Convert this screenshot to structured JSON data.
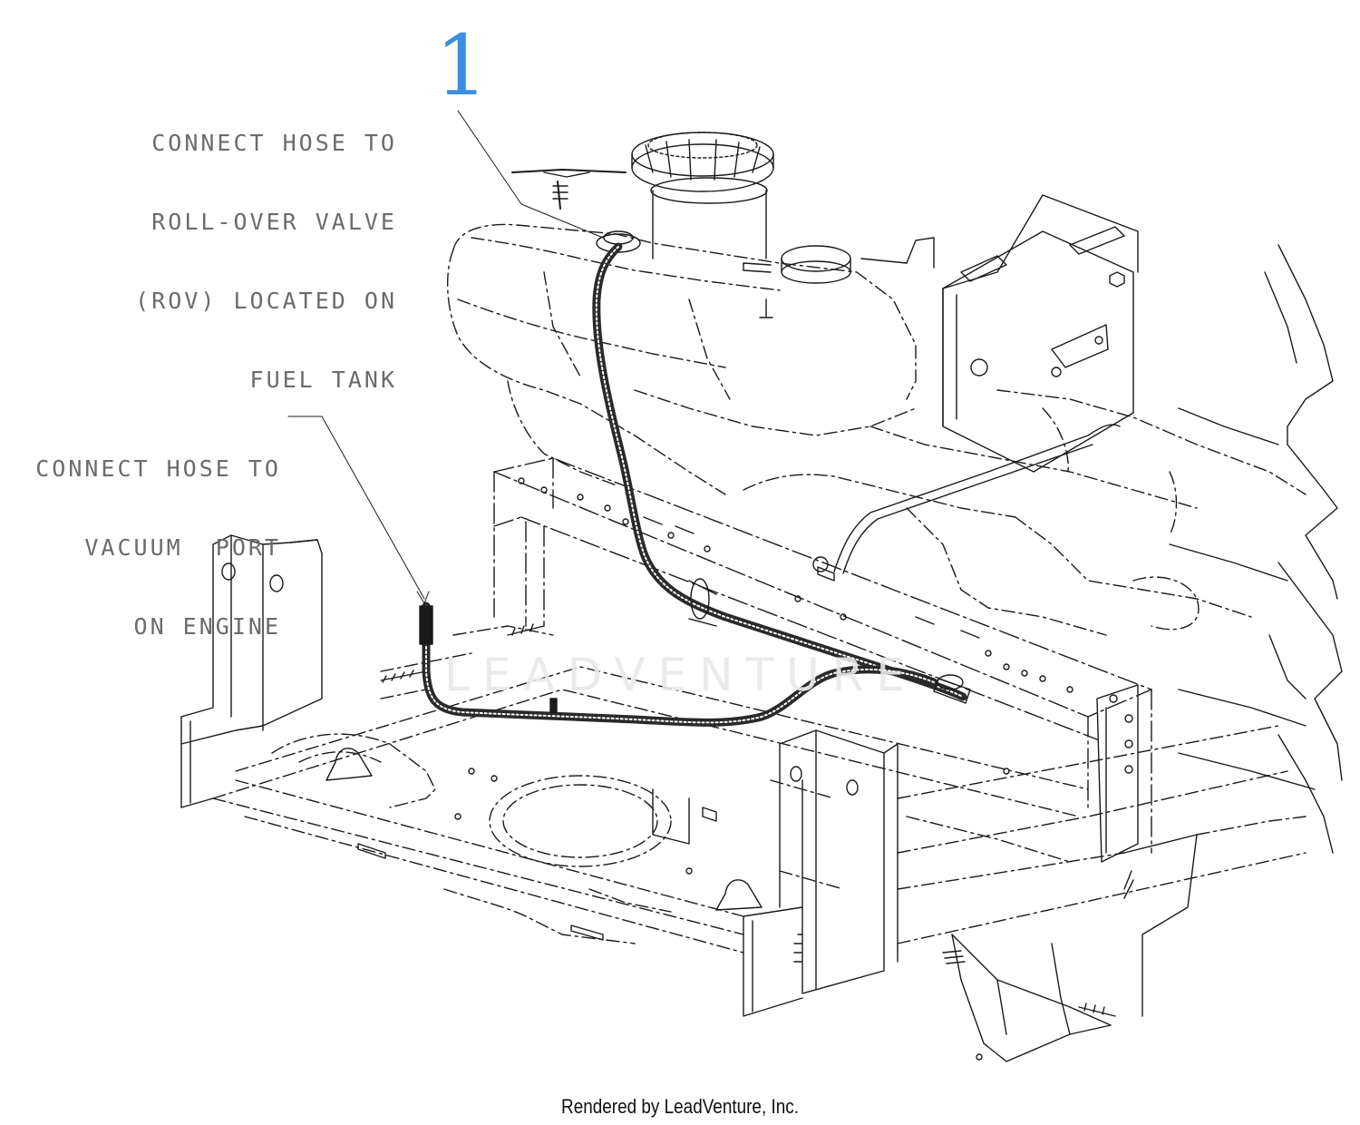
{
  "diagram": {
    "callout_rov": {
      "lines": [
        "CONNECT HOSE TO",
        "ROLL-OVER VALVE",
        "(ROV) LOCATED ON",
        "FUEL TANK"
      ]
    },
    "callout_vacuum": {
      "lines": [
        "CONNECT HOSE TO",
        "VACUUM  PORT",
        "ON ENGINE"
      ]
    },
    "reference_number": "1",
    "watermark": "LEADVENTURE",
    "footer": "Rendered by LeadVenture, Inc."
  },
  "colors": {
    "ink": "#1a1a1a",
    "callout_text": "#6b6b6b",
    "reference_number": "#3b8fe0",
    "hose": "#2a2a2a",
    "watermark": "#e8e8e8"
  }
}
